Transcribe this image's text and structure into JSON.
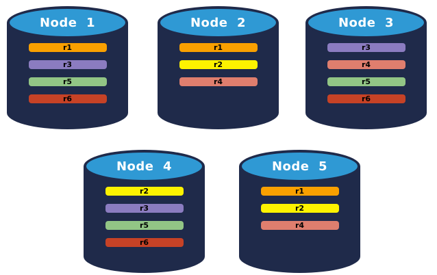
{
  "diagram": {
    "type": "database-node-replica-distribution",
    "background": "#FFFFFF"
  },
  "colors": {
    "cylinder_body": "#1F2A4A",
    "cylinder_top": "#2F99D4",
    "title_text": "#FFFFFF",
    "bar_text": "#000000",
    "replicas": {
      "r1": "#F9A000",
      "r2": "#FDF200",
      "r3": "#8B7CC0",
      "r4": "#DF7E6E",
      "r5": "#92C585",
      "r6": "#C64226"
    }
  },
  "nodes": [
    {
      "title": "Node  1",
      "replicas": [
        "r1",
        "r3",
        "r5",
        "r6"
      ]
    },
    {
      "title": "Node  2",
      "replicas": [
        "r1",
        "r2",
        "r4"
      ]
    },
    {
      "title": "Node  3",
      "replicas": [
        "r3",
        "r4",
        "r5",
        "r6"
      ]
    },
    {
      "title": "Node  4",
      "replicas": [
        "r2",
        "r3",
        "r5",
        "r6"
      ]
    },
    {
      "title": "Node  5",
      "replicas": [
        "r1",
        "r2",
        "r4"
      ]
    }
  ]
}
